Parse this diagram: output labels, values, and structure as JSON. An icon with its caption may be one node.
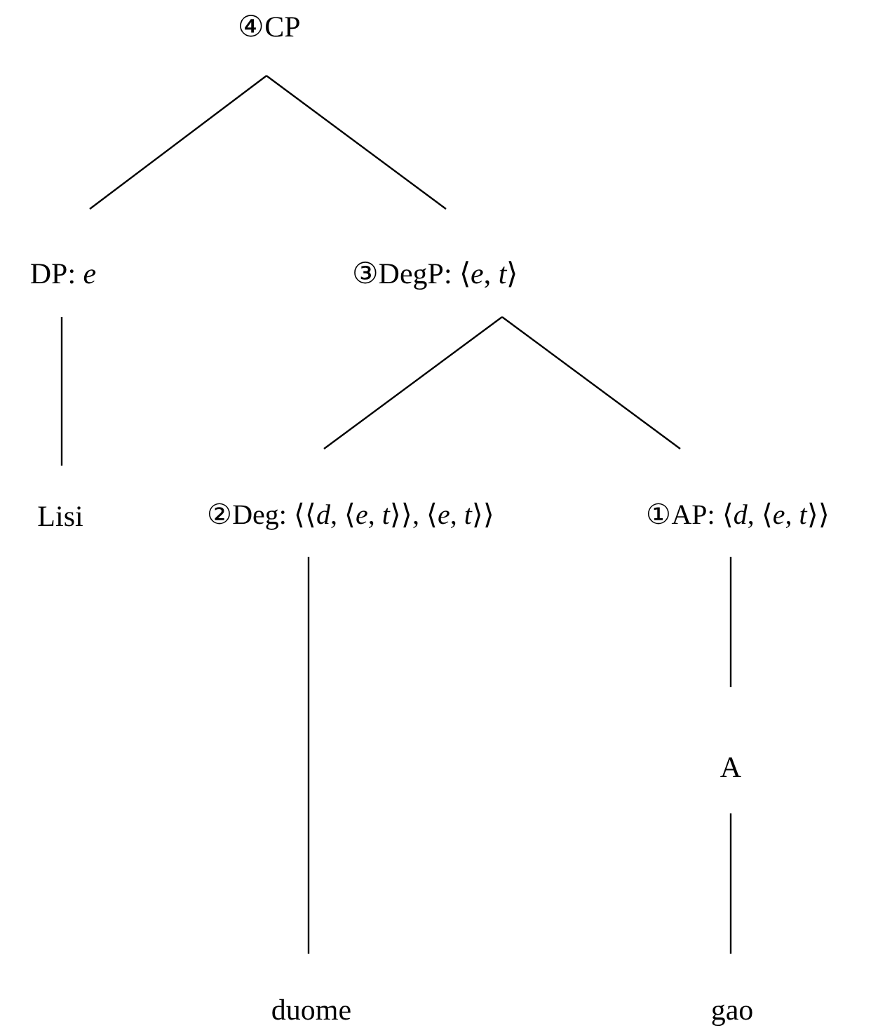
{
  "diagram": {
    "nodes": [
      {
        "text": [
          "④CP"
        ]
      },
      {
        "text": [
          "DP: *e*"
        ]
      },
      {
        "text": [
          "③DegP: ⟨*e*, *t*⟩"
        ]
      },
      {
        "text": [
          "Lisi"
        ]
      },
      {
        "text": [
          "②Deg: ⟨⟨*d*, ⟨*e*, *t*⟩⟩, ⟨*e*, *t*⟩⟩"
        ]
      },
      {
        "text": [
          "①AP: ⟨*d*, ⟨*e*, *t*⟩⟩"
        ]
      },
      {
        "text": [
          "A"
        ]
      },
      {
        "text": [
          "duome"
        ]
      },
      {
        "text": [
          "gao"
        ]
      }
    ],
    "edges": [
      {
        "from": 0,
        "to": 1,
        "arrow": "none"
      },
      {
        "from": 0,
        "to": 2,
        "arrow": "none"
      },
      {
        "from": 1,
        "to": 3,
        "arrow": "none"
      },
      {
        "from": 2,
        "to": 4,
        "arrow": "none"
      },
      {
        "from": 2,
        "to": 5,
        "arrow": "none"
      },
      {
        "from": 4,
        "to": 7,
        "arrow": "none"
      },
      {
        "from": 5,
        "to": 6,
        "arrow": "none"
      },
      {
        "from": 6,
        "to": 8,
        "arrow": "none"
      }
    ]
  }
}
